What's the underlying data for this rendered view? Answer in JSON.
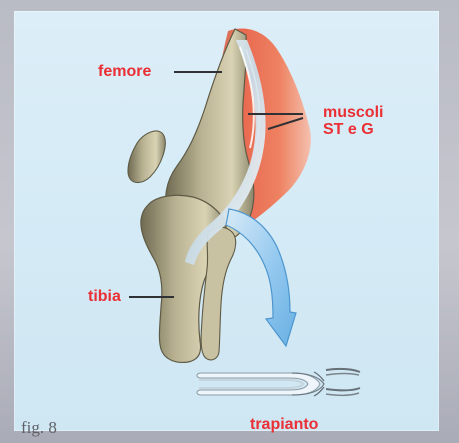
{
  "labels": {
    "femur": "femore",
    "muscles_line1": "muscoli",
    "muscles_line2": "ST e G",
    "tibia": "tibia",
    "graft": "trapianto"
  },
  "caption": "fig. 8",
  "colors": {
    "label_red": "#ea2f35",
    "background": "#d6ebf6",
    "arrow": "#7ab9e6",
    "bone": "#b8b190",
    "muscle": "#e56a4f"
  }
}
